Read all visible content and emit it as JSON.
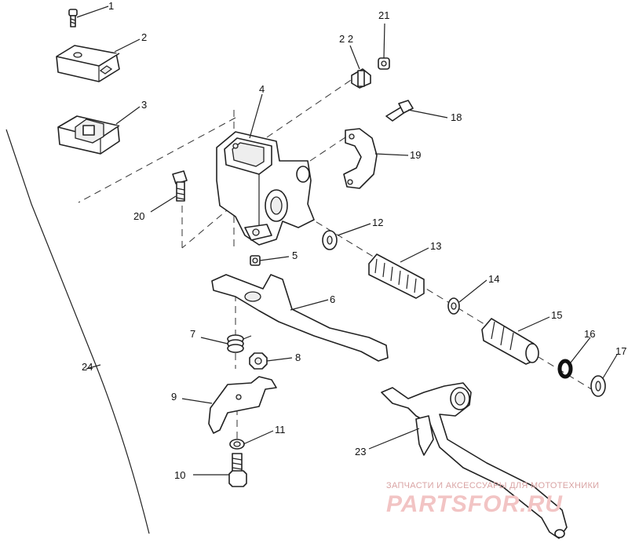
{
  "labels": {
    "l1": "1",
    "l2": "2",
    "l3": "3",
    "l4": "4",
    "l5": "5",
    "l6": "6",
    "l7": "7",
    "l8": "8",
    "l9": "9",
    "l10": "10",
    "l11": "11",
    "l12": "12",
    "l13": "13",
    "l14": "14",
    "l15": "15",
    "l16": "16",
    "l17": "17",
    "l18": "18",
    "l19": "19",
    "l20": "20",
    "l21": "21",
    "l22": "2 2",
    "l23": "23",
    "l24": "24"
  },
  "watermark": {
    "tagline": "ЗАПЧАСТИ И АКСЕССУАРЫ ДЛЯ МОТОТЕХНИКИ",
    "brand": "PARTSFOR.RU"
  }
}
